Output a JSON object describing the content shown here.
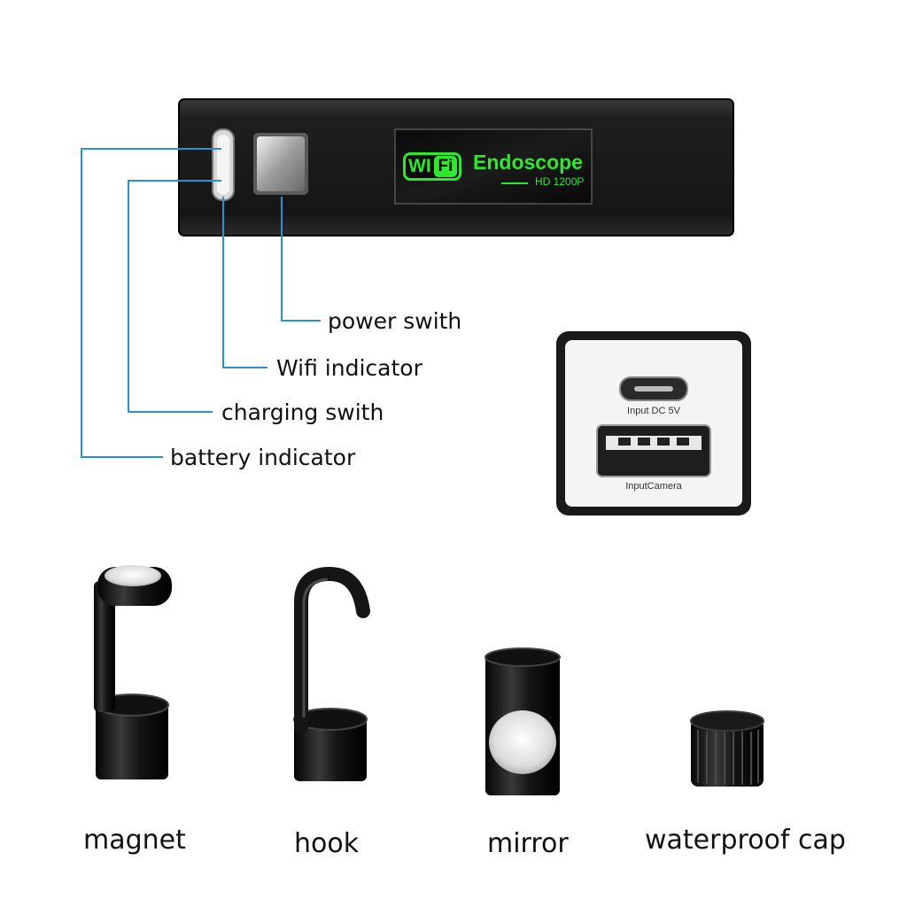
{
  "device": {
    "wifi_badge_left": "WI",
    "wifi_badge_right": "Fi",
    "screen_title": "Endoscope",
    "screen_subtitle": "HD 1200P"
  },
  "callouts": [
    {
      "label": "power swith"
    },
    {
      "label": "Wifi indicator"
    },
    {
      "label": "charging swith"
    },
    {
      "label": "battery indicator"
    }
  ],
  "ports": {
    "micro_usb_label": "Input DC 5V",
    "usb_label": "InputCamera"
  },
  "accessories": [
    {
      "label": "magnet"
    },
    {
      "label": "hook"
    },
    {
      "label": "mirror"
    },
    {
      "label": "waterproof cap"
    }
  ],
  "colors": {
    "callout_line": "#2a8fd0",
    "screen_green": "#2ee82e",
    "device_body": "#1c1c1c"
  }
}
